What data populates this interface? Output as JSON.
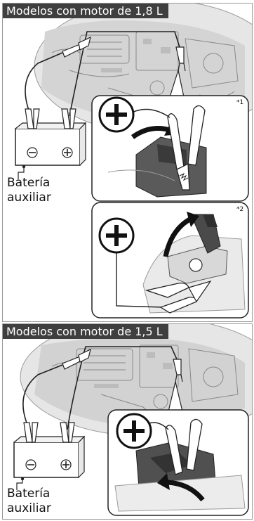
{
  "sections": [
    {
      "title": "Modelos con motor de 1,8 L",
      "battery_label": "Batería\nauxiliar",
      "detail_notes": [
        "*1",
        "*2"
      ]
    },
    {
      "title": "Modelos con motor de 1,5 L",
      "battery_label": "Batería\nauxiliar",
      "detail_notes": []
    }
  ],
  "symbols": {
    "positive": "+",
    "negative": "−"
  }
}
